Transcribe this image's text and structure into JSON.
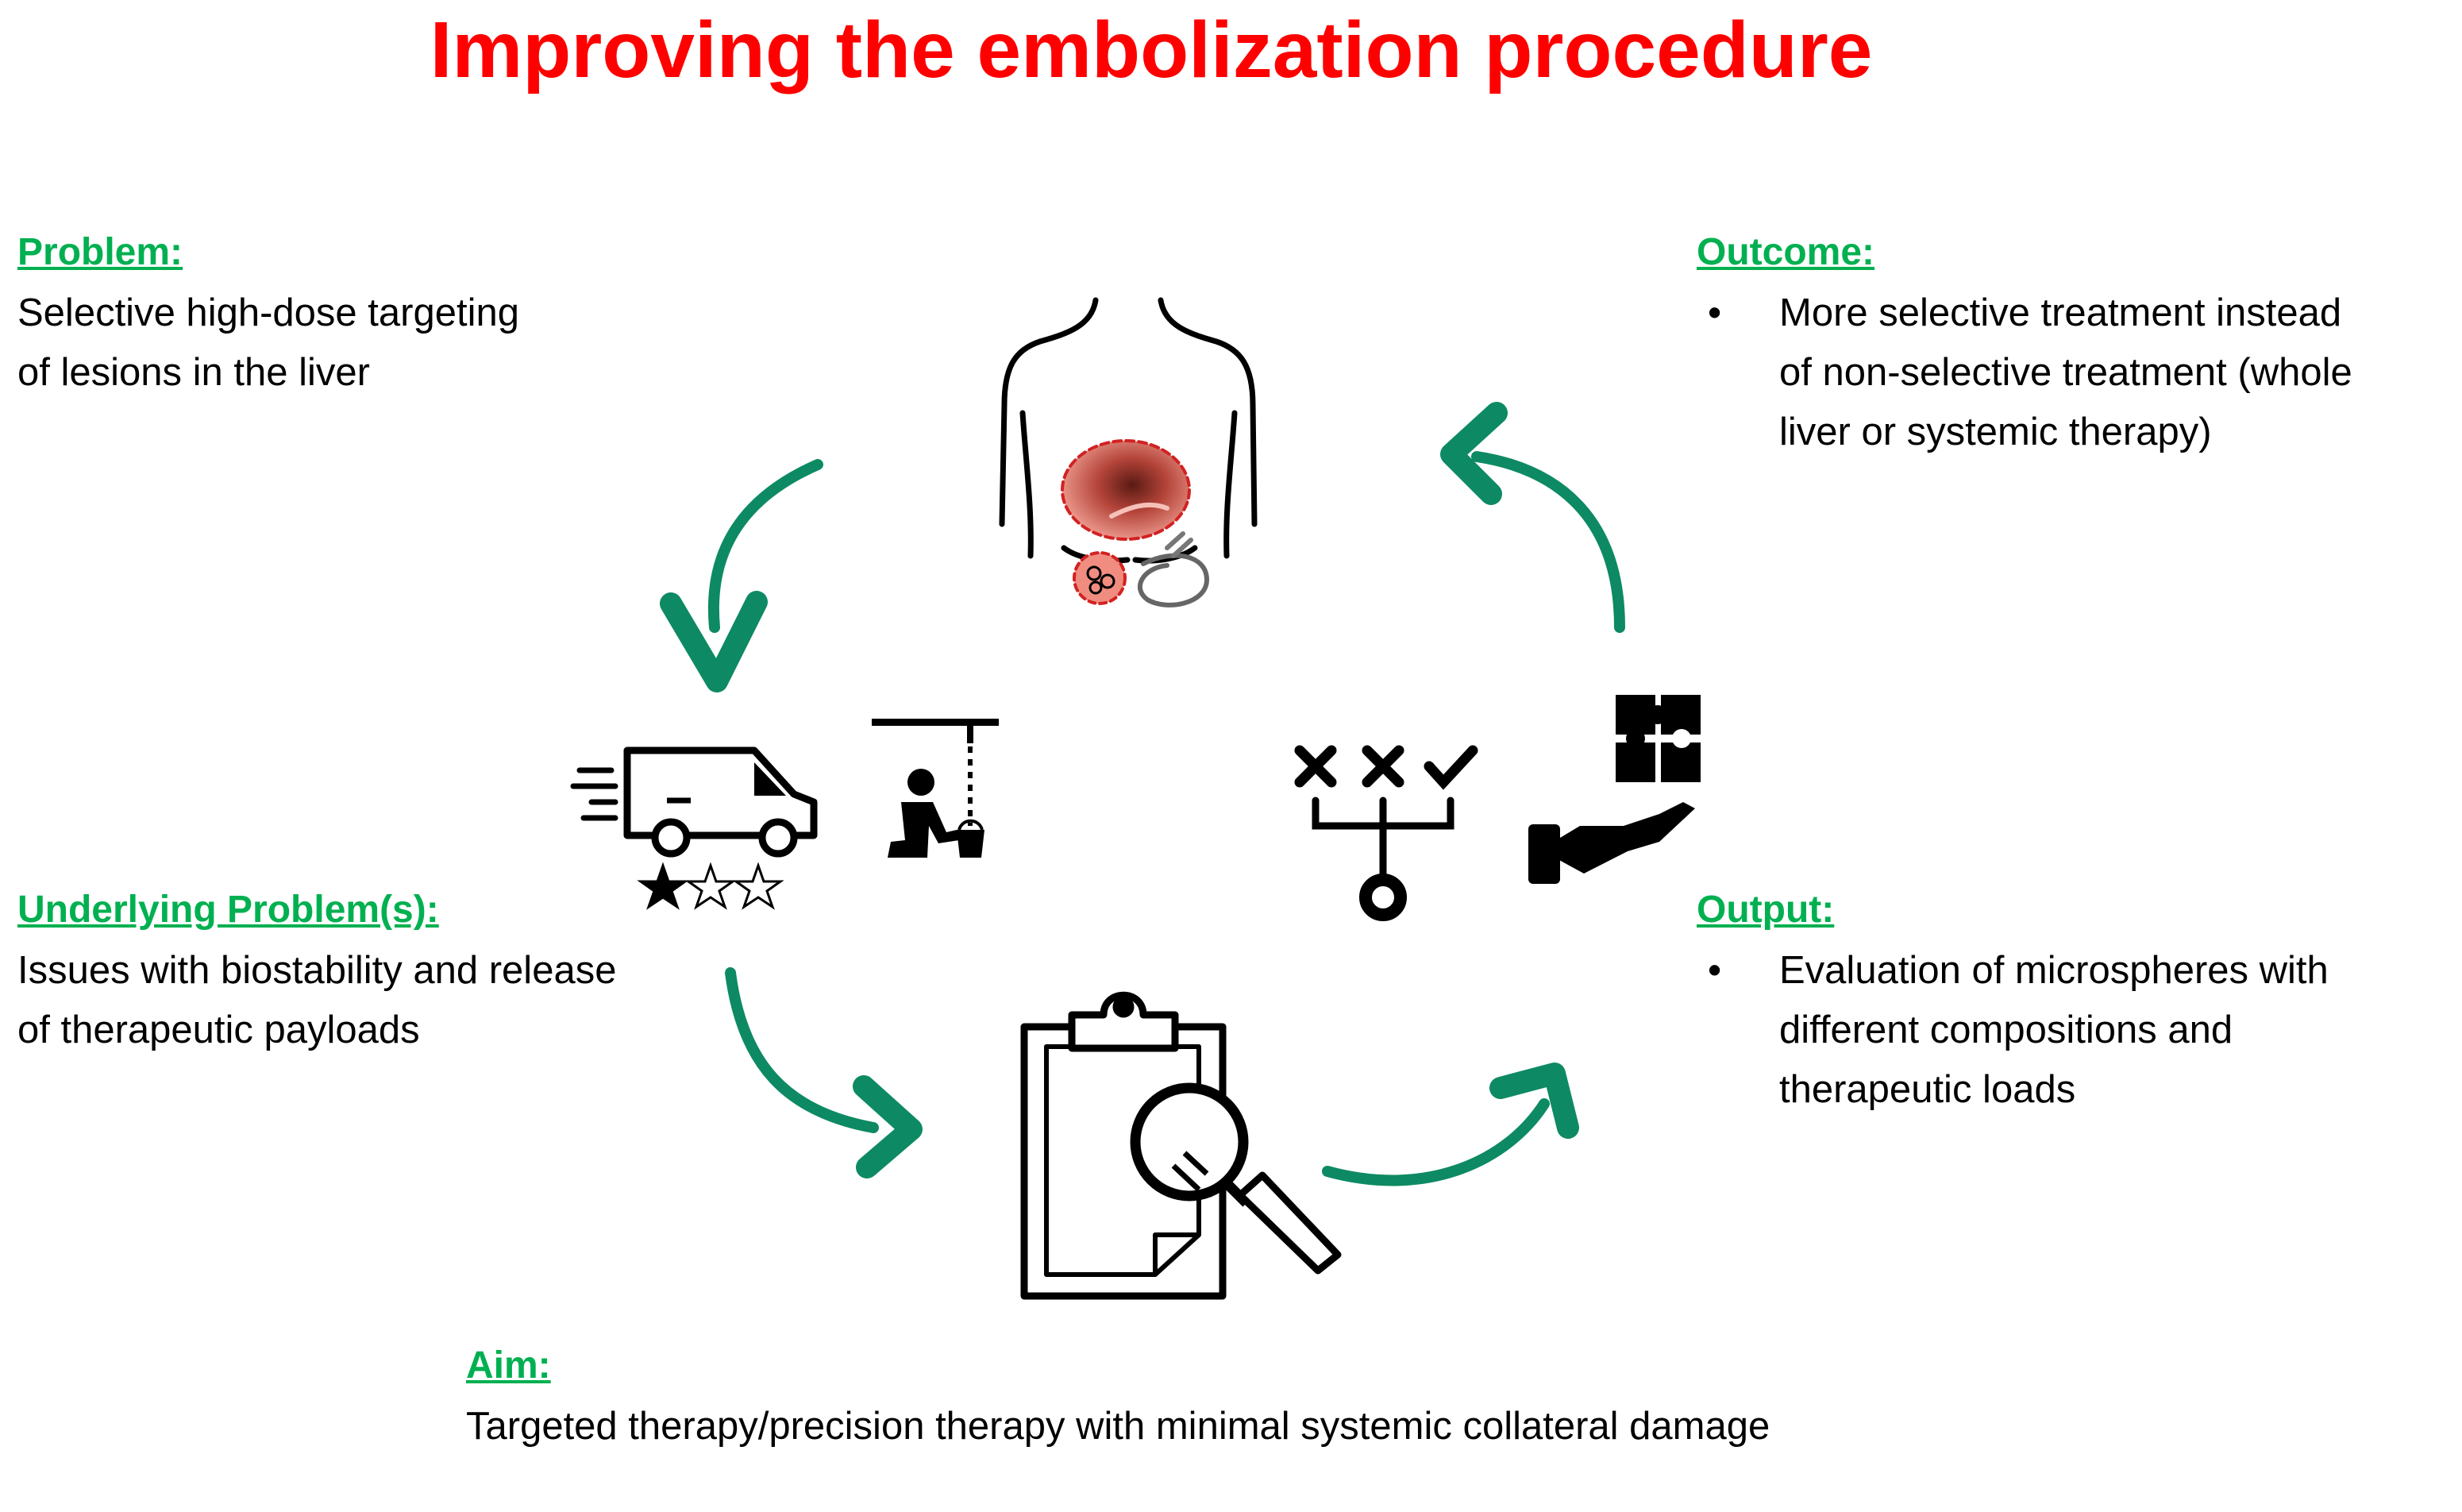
{
  "title": "Improving the embolization procedure",
  "problem": {
    "heading": "Problem:",
    "lines": [
      "Selective high-dose targeting",
      "of lesions in the liver"
    ]
  },
  "outcome": {
    "heading": "Outcome:",
    "bullet": "•",
    "lines": [
      "More selective treatment instead",
      "of non-selective treatment (whole",
      "liver or systemic therapy)"
    ]
  },
  "underlying": {
    "heading": "Underlying Problem(s):",
    "lines": [
      "Issues with biostability and release",
      "of therapeutic payloads"
    ]
  },
  "output": {
    "heading": "Output:",
    "bullet": "•",
    "lines": [
      "Evaluation of microspheres with",
      "different compositions and",
      "therapeutic loads"
    ]
  },
  "aim": {
    "heading": "Aim:",
    "text": "Targeted therapy/precision therapy with minimal systemic collateral damage"
  },
  "colors": {
    "title": "#ff0000",
    "heading": "#00b050",
    "arrow": "#0d8a63",
    "liver": "#e8786e"
  },
  "icons": [
    "torso-liver-icon",
    "delivery-van-icon",
    "rating-stars-icon",
    "cleaning-person-icon",
    "decision-tree-icon",
    "puzzle-hand-icon",
    "clipboard-magnifier-icon"
  ]
}
